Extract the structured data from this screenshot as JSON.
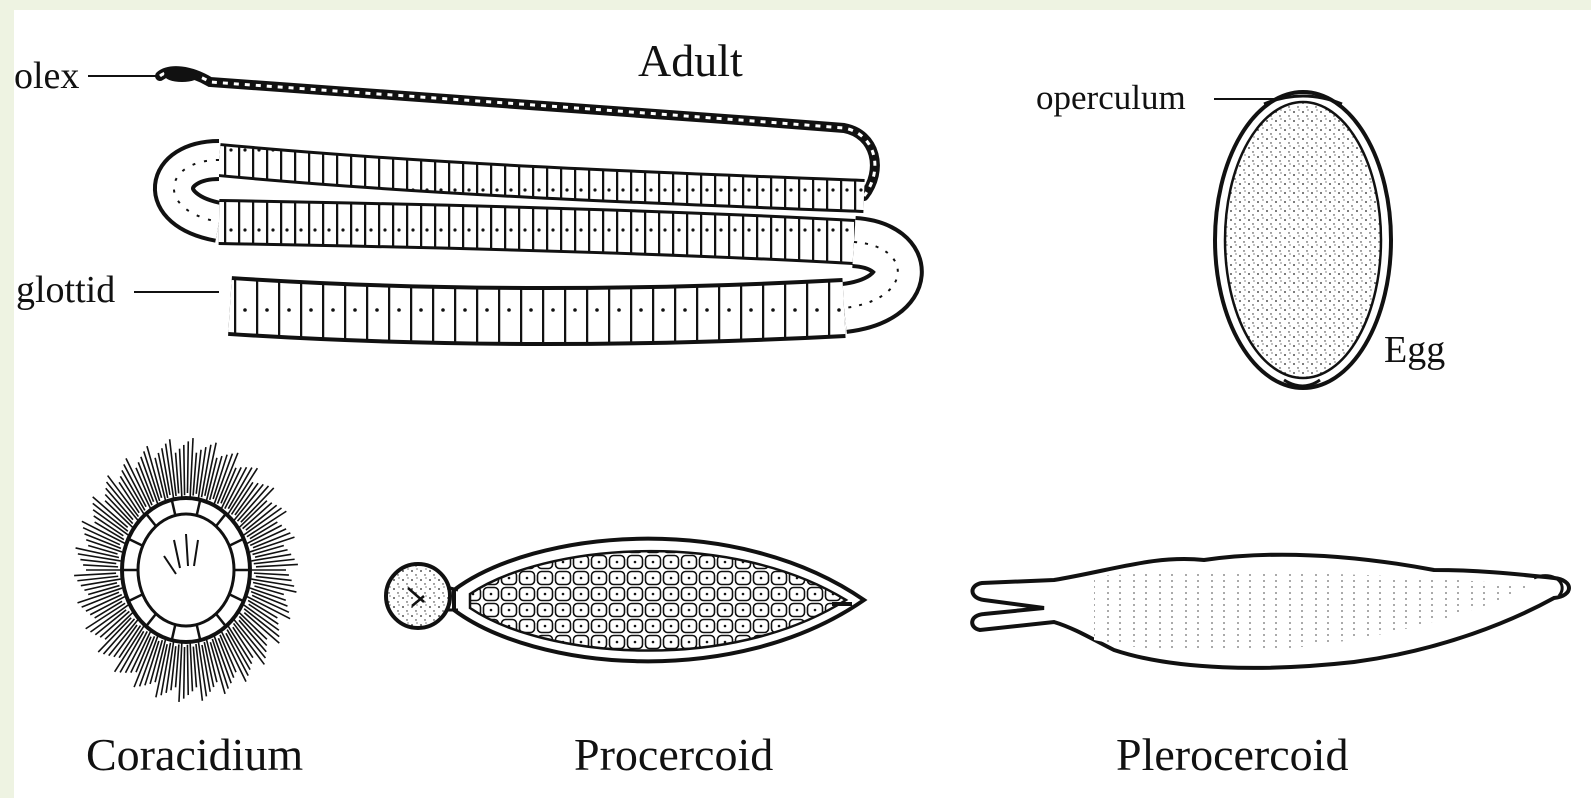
{
  "colors": {
    "background": "#eef3e2",
    "panel": "#ffffff",
    "ink": "#111111"
  },
  "labels": {
    "adult": "Adult",
    "scolex": "olex",
    "bothrium": "glottid",
    "operculum": "operculum",
    "egg": "Egg",
    "coracidium": "Coracidium",
    "procercoid": "Procercoid",
    "plerocercoid": "Plerocercoid"
  }
}
